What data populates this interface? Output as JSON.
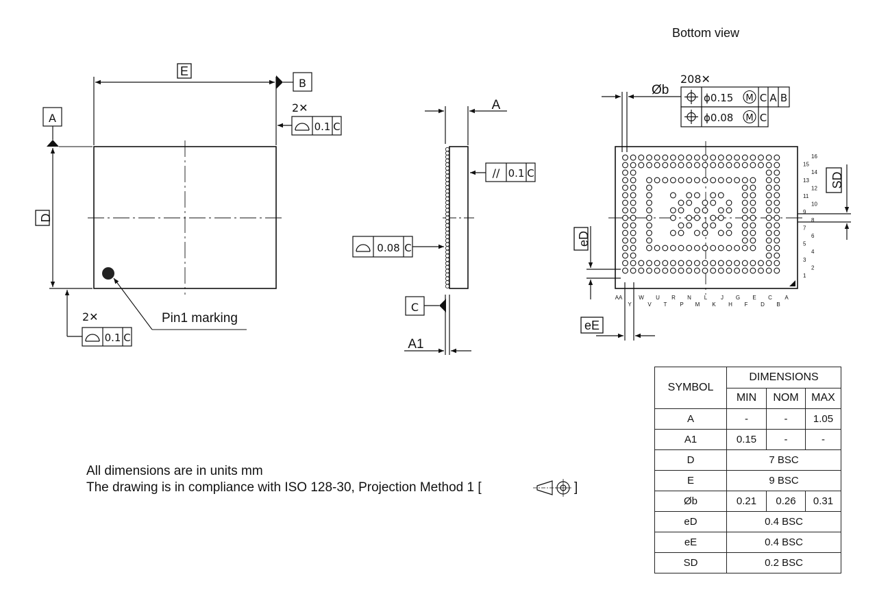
{
  "labels": {
    "bottom_view": "Bottom view",
    "E": "E",
    "D": "D",
    "A": "A",
    "A1": "A1",
    "datum_A": "A",
    "datum_B": "B",
    "datum_C": "C",
    "count_2x_top": "2✕",
    "count_2x_bottom": "2✕",
    "count_208x": "208✕",
    "ball_dia": "Øb",
    "eD": "eD",
    "eE": "eE",
    "SD": "SD",
    "pin1": "Pin1 marking"
  },
  "fcf": {
    "flatness_top": "0.1",
    "flatness_top_ref": "C",
    "flatness_bottom": "0.1",
    "flatness_bottom_ref": "C",
    "parallel_val": "0.1",
    "parallel_ref": "C",
    "parallel_sym": "//",
    "coplanar_val": "0.08",
    "coplanar_ref": "C",
    "pos1_val": "ϕ0.15",
    "pos1_mod": "M",
    "pos1_ref1": "C",
    "pos1_ref2": "A",
    "pos1_ref3": "B",
    "pos2_val": "ϕ0.08",
    "pos2_mod": "M",
    "pos2_ref1": "C"
  },
  "row_labels": [
    "16",
    "15",
    "14",
    "13",
    "12",
    "11",
    "10",
    "9",
    "8",
    "7",
    "6",
    "5",
    "4",
    "3",
    "2",
    "1"
  ],
  "col_labels_top": [
    "AA",
    "W",
    "U",
    "R",
    "N",
    "L",
    "J",
    "G",
    "E",
    "C",
    "A"
  ],
  "col_labels_bottom": [
    "Y",
    "V",
    "T",
    "P",
    "M",
    "K",
    "H",
    "F",
    "D",
    "B"
  ],
  "notes": {
    "line1": "All dimensions are in units mm",
    "line2": "The drawing is in compliance with ISO 128-30, Projection Method 1 [",
    "line2_end": "]"
  },
  "table": {
    "symbol_header": "SYMBOL",
    "dimensions_header": "DIMENSIONS",
    "min_header": "MIN",
    "nom_header": "NOM",
    "max_header": "MAX",
    "rows": [
      {
        "symbol": "A",
        "min": "-",
        "nom": "-",
        "max": "1.05"
      },
      {
        "symbol": "A1",
        "min": "0.15",
        "nom": "-",
        "max": "-"
      },
      {
        "symbol": "D",
        "span": "7 BSC"
      },
      {
        "symbol": "E",
        "span": "9 BSC"
      },
      {
        "symbol": "Øb",
        "min": "0.21",
        "nom": "0.26",
        "max": "0.31"
      },
      {
        "symbol": "eD",
        "span": "0.4 BSC"
      },
      {
        "symbol": "eE",
        "span": "0.4 BSC"
      },
      {
        "symbol": "SD",
        "span": "0.2 BSC"
      }
    ]
  }
}
